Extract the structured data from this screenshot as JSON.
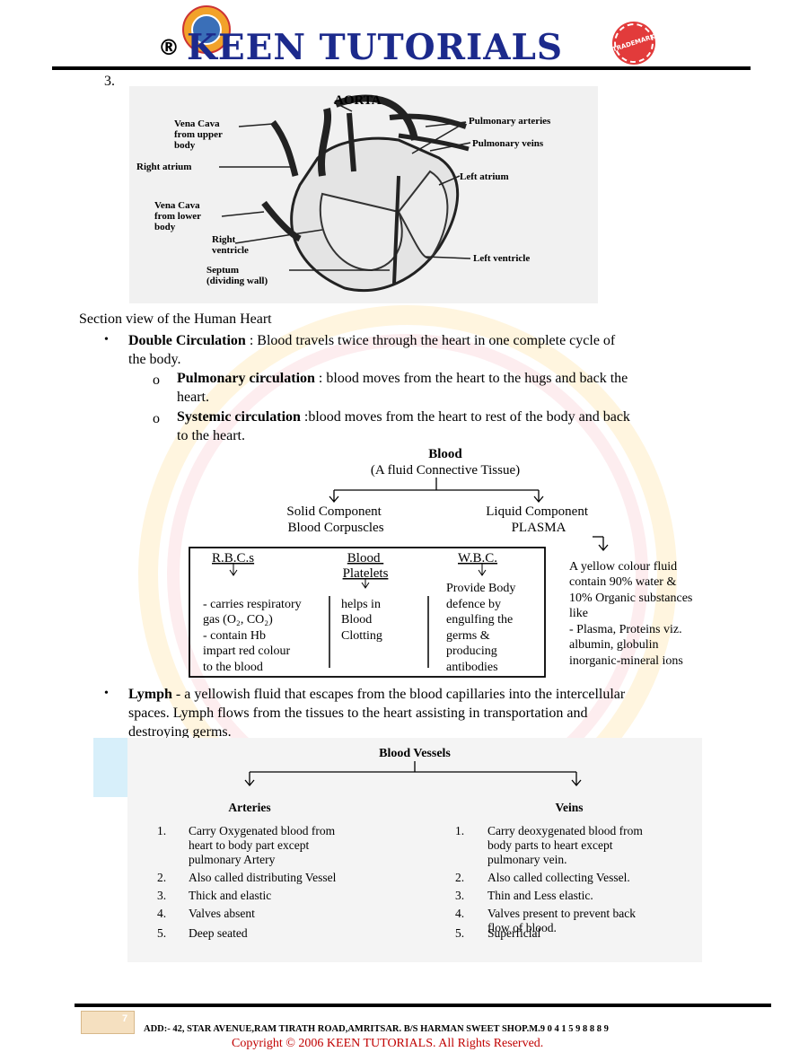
{
  "header": {
    "registered_symbol": "®",
    "title": "KEEN TUTORIALS",
    "trademark_badge": "TRADEMARK"
  },
  "item_number": "3.",
  "heart_diagram": {
    "labels": {
      "aorta": "AORTA",
      "vena_cava_upper": [
        "Vena Cava",
        "from upper",
        "body"
      ],
      "right_atrium": "Right atrium",
      "vena_cava_lower": [
        "Vena Cava",
        "from lower",
        "body"
      ],
      "right_ventricle": [
        "Right",
        "ventricle"
      ],
      "septum": [
        "Septum",
        "(dividing wall)"
      ],
      "pulmonary_arteries": "Pulmonary arteries",
      "pulmonary_veins": "Pulmonary veins",
      "left_atrium": "Left atrium",
      "left_ventricle": "Left ventricle"
    }
  },
  "caption": "Section view of the Human Heart",
  "bullets": {
    "double": {
      "term": "Double Circulation",
      "text": " : Blood travels twice through the heart in one complete cycle of",
      "text2": "the body."
    },
    "pulmonary": {
      "term": "Pulmonary circulation",
      "text": " : blood moves from the heart to the hugs and back the",
      "text2": "heart."
    },
    "systemic": {
      "term": "Systemic circulation",
      "text": " :blood moves from the heart to rest of the body and back",
      "text2": "to the heart."
    },
    "lymph": {
      "term": "Lymph",
      "text": " - a yellowish fluid that escapes from the blood capillaries into the intercellular",
      "text2": "spaces. Lymph flows from the tissues to the heart assisting in transportation and",
      "text3": "destroying germs."
    }
  },
  "blood_chart": {
    "title": "Blood",
    "subtitle": "(A fluid Connective Tissue)",
    "solid": [
      "Solid Component",
      "Blood Corpuscles"
    ],
    "liquid": [
      "Liquid Component",
      "PLASMA"
    ],
    "rbc_head": "R.B.C.s",
    "rbc_lines": [
      "- carries respiratory",
      "gas (O₂, CO₂)",
      "- contain Hb",
      "impart red colour",
      "to the blood"
    ],
    "platelet_head": [
      "Blood",
      "Platelets"
    ],
    "platelet_lines": [
      "helps in",
      "Blood",
      "Clotting"
    ],
    "wbc_head": "W.B.C.",
    "wbc_lines": [
      "Provide Body",
      "defence by",
      "engulfing the",
      "germs &",
      "producing",
      "antibodies"
    ],
    "plasma_lines": [
      "A yellow colour fluid",
      "contain 90% water &",
      "10% Organic substances",
      "like",
      "- Plasma, Proteins viz.",
      "albumin, globulin",
      "inorganic-mineral ions"
    ]
  },
  "vessels": {
    "title": "Blood Vessels",
    "arteries_head": "Arteries",
    "veins_head": "Veins",
    "arteries": [
      {
        "n": "1.",
        "lines": [
          "Carry Oxygenated blood from",
          "heart to body part except",
          "pulmonary Artery"
        ]
      },
      {
        "n": "2.",
        "lines": [
          "Also called distributing Vessel"
        ]
      },
      {
        "n": "3.",
        "lines": [
          "Thick and elastic"
        ]
      },
      {
        "n": "4.",
        "lines": [
          "Valves absent"
        ]
      },
      {
        "n": "5.",
        "lines": [
          "Deep seated"
        ]
      }
    ],
    "veins": [
      {
        "n": "1.",
        "lines": [
          "Carry deoxygenated blood from",
          "body parts to heart except",
          "pulmonary vein."
        ]
      },
      {
        "n": "2.",
        "lines": [
          "Also called collecting Vessel."
        ]
      },
      {
        "n": "3.",
        "lines": [
          "Thin and Less elastic."
        ]
      },
      {
        "n": "4.",
        "lines": [
          "Valves present to prevent back",
          "flow of blood."
        ]
      },
      {
        "n": "5.",
        "lines": [
          "Superficial"
        ]
      }
    ]
  },
  "footer": {
    "page_number": "7",
    "address": "ADD:- 42, STAR AVENUE,RAM TIRATH ROAD,AMRITSAR. B/S HARMAN SWEET SHOP.M.9 0 4 1 5 9 8 8 8 9",
    "copyright": "Copyright © 2006 KEEN TUTORIALS. All Rights Reserved."
  }
}
